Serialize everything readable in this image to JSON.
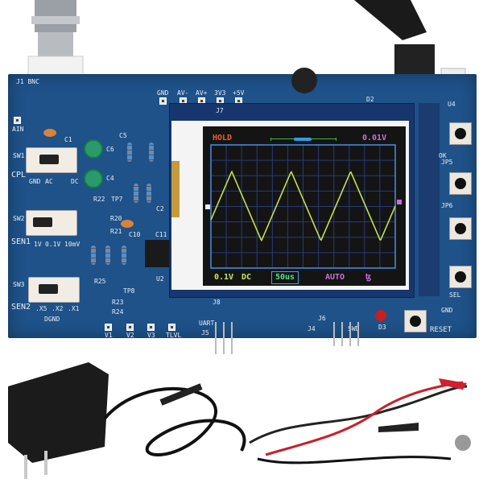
{
  "board": {
    "connector_labels": {
      "bnc": "J1 BNC",
      "ain": "AIN",
      "gnd": "GND",
      "av_minus": "AV-",
      "av_plus": "AV+",
      "v3v3": "3V3",
      "v5": "+5V",
      "j7": "J7",
      "j8": "J8",
      "d2": "D2",
      "u4": "U4"
    },
    "switches": [
      {
        "id": "SW1",
        "name": "CPL",
        "positions": [
          "GND",
          "AC",
          "DC"
        ]
      },
      {
        "id": "SW2",
        "name": "SEN1",
        "positions": [
          "1V",
          "0.1V",
          "10mV"
        ]
      },
      {
        "id": "SW3",
        "name": "SEN2",
        "positions": [
          ".X5",
          ".X2",
          ".X1"
        ]
      }
    ],
    "components": {
      "c1": "C1",
      "c5": "C5",
      "c6": "C6",
      "c4": "C4",
      "c2": "C2",
      "c10": "C10",
      "c11": "C11",
      "r22": "R22",
      "r20": "R20",
      "r21": "R21",
      "r25": "R25",
      "r23": "R23",
      "r24": "R24",
      "tp7": "TP7",
      "tp8": "TP8",
      "u2": "U2",
      "jp5": "JP5",
      "jp6": "JP6",
      "d3": "D3"
    },
    "bottom_labels": {
      "dgnd": "DGND",
      "v1": "V1",
      "v2": "V2",
      "v3": "V3",
      "tlvl": "TLVL",
      "uart": "UART",
      "j5": "J5",
      "j4": "J4",
      "j6": "J6",
      "swd": "SWD",
      "gnd2": "GND"
    },
    "buttons": [
      {
        "label": "OK"
      },
      {
        "label": ""
      },
      {
        "label": ""
      },
      {
        "label": "SEL"
      },
      {
        "label": "RESET"
      }
    ]
  },
  "lcd": {
    "mode": "HOLD",
    "trigger_level": "0.01V",
    "volts_per_div": "0.1V",
    "coupling": "DC",
    "time_per_div": "50us",
    "trigger_mode": "AUTO",
    "trigger_edge_glyph": "ꜩ",
    "colors": {
      "mode": "#e8602c",
      "trigger": "#c86fd8",
      "volts": "#c8e85a",
      "coupling": "#c8e85a",
      "time": "#56e08a",
      "auto": "#c86fd8",
      "trace": "#c6e04a",
      "grid": "#2a3a78",
      "border": "#4a8ee0"
    },
    "waveform": {
      "shape": "triangle",
      "cycles": 3
    }
  }
}
